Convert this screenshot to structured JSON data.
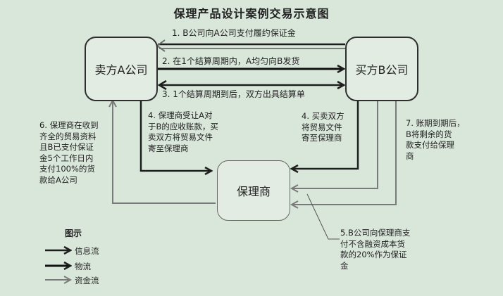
{
  "title": "保理产品设计案例交易示意图",
  "nodes": {
    "seller": "卖方A公司",
    "buyer": "买方B公司",
    "factor": "保理商"
  },
  "steps": {
    "step1": "1. B公司向A公司支付履约保证金",
    "step2": "2. 在1个结算周期内，A均匀向B发货",
    "step3": "3. 1个结算周期到后，双方出具结算单",
    "step4_left": [
      "4. 保理商受让A对",
      "于B的应收账款，买",
      "卖双方将贸易文件",
      "寄至保理商"
    ],
    "step4_right": [
      "4. 买卖双方",
      "将贸易文件",
      "寄至保理商"
    ],
    "step5": [
      "5.B公司向保理商支",
      "付不含融资成本货",
      "款的20%作为保证",
      "金"
    ],
    "step6": [
      "6. 保理商在收到",
      "齐全的贸易资料",
      "且B已支付保证",
      "金5个工作日内",
      "支付100%的货",
      "款给A公司"
    ],
    "step7": [
      "7. 账期到期后，",
      "B将剩余的货",
      "款支付给保理",
      "商"
    ]
  },
  "legend": {
    "title": "图示",
    "items": [
      {
        "label": "信息流",
        "color": "#1e1e1e"
      },
      {
        "label": "物流",
        "color": "#111111"
      },
      {
        "label": "资金流",
        "color": "#7a7a7a"
      }
    ]
  },
  "colors": {
    "background": "#d9e6da",
    "info_flow": "#1e1e1e",
    "goods_flow": "#111111",
    "money_flow": "#7a7a7a"
  }
}
